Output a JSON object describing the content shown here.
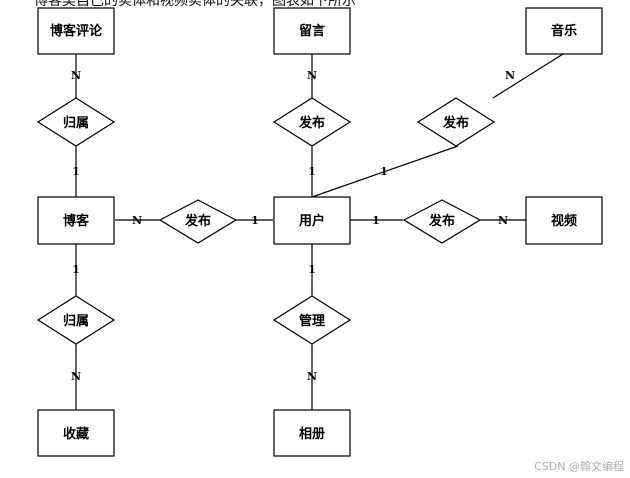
{
  "caption": "博客类自己的实体和视频实体的关联，图表如下所示",
  "entities": {
    "blog_comment": "博客评论",
    "message": "留言",
    "music": "音乐",
    "blog": "博客",
    "user": "用户",
    "video": "视频",
    "favorite": "收藏",
    "album": "相册"
  },
  "relationships": {
    "belongs_top": "归属",
    "publish_message": "发布",
    "publish_music": "发布",
    "publish_blog": "发布",
    "publish_video": "发布",
    "belongs_bottom": "归属",
    "manage": "管理"
  },
  "cardinalities": {
    "comment_n": "N",
    "comment_blog_1": "1",
    "message_n": "N",
    "message_user_1": "1",
    "music_n": "N",
    "music_user_1": "1",
    "blog_n": "N",
    "user_blog_1": "1",
    "user_video_1": "1",
    "video_n": "N",
    "blog_fav_1": "1",
    "fav_n": "N",
    "user_album_1": "1",
    "album_n": "N"
  },
  "watermark": "CSDN @翰文编程"
}
